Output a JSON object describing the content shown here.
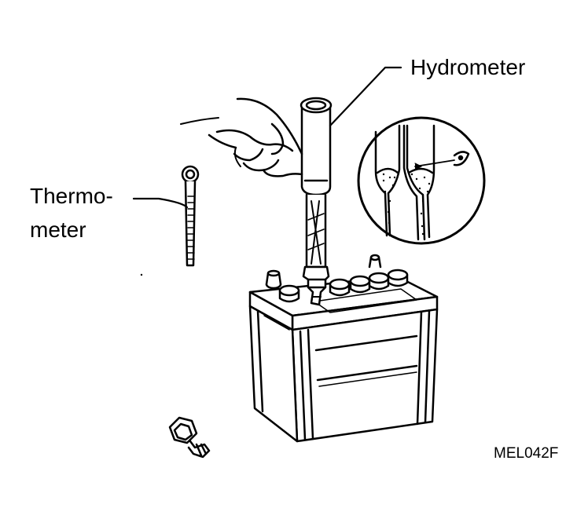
{
  "labels": {
    "hydrometer": "Hydrometer",
    "thermometer_line1": "Thermo-",
    "thermometer_line2": "meter",
    "figure_code": "MEL042F"
  },
  "colors": {
    "ink": "#000000",
    "paper": "#ffffff"
  }
}
